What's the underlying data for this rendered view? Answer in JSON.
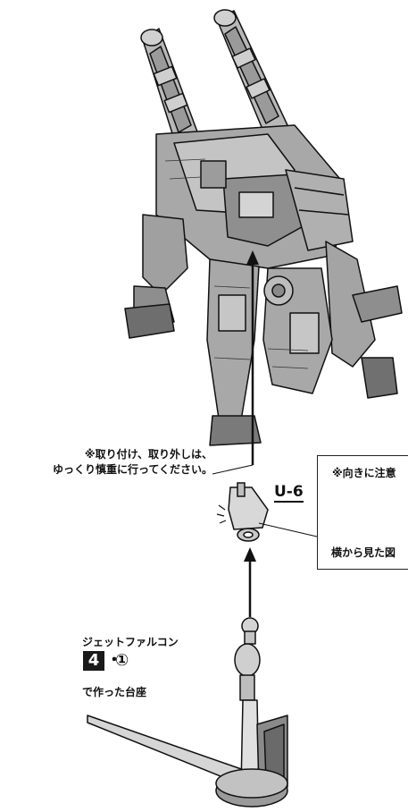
{
  "notes": {
    "attach_line1": "※取り付け、取り外しは、",
    "attach_line2": "ゆっくり慎重に行ってください。"
  },
  "part": {
    "label": "U-6"
  },
  "callout": {
    "title": "※向きに注意",
    "caption": "横から見た図"
  },
  "stand": {
    "title": "ジェットファルコン",
    "step_number": "4",
    "step_separator": "・",
    "step_sub": "①",
    "caption": "で作った台座"
  },
  "colors": {
    "ink": "#111111",
    "mid_gray": "#8a8a8a",
    "light_gray": "#c8c8c8",
    "dark_gray": "#5a5a5a"
  }
}
